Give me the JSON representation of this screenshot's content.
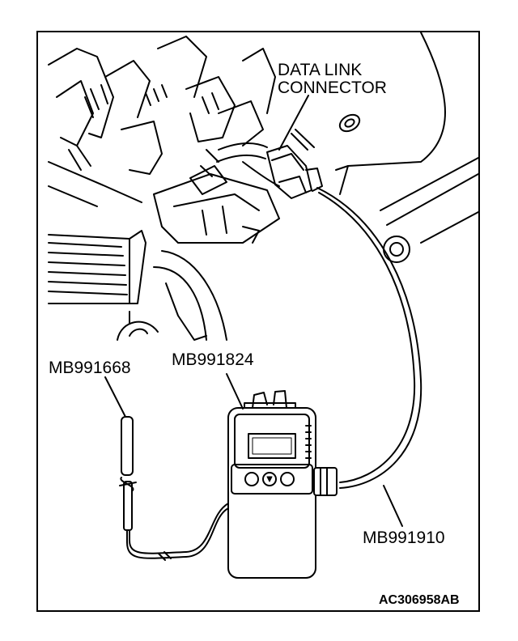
{
  "labels": {
    "data_link_connector_line1": "DATA LINK",
    "data_link_connector_line2": "CONNECTOR",
    "mb991668": "MB991668",
    "mb991824": "MB991824",
    "mb991910": "MB991910"
  },
  "figure_code": "AC306958AB",
  "colors": {
    "ink": "#000000",
    "paper": "#ffffff"
  }
}
